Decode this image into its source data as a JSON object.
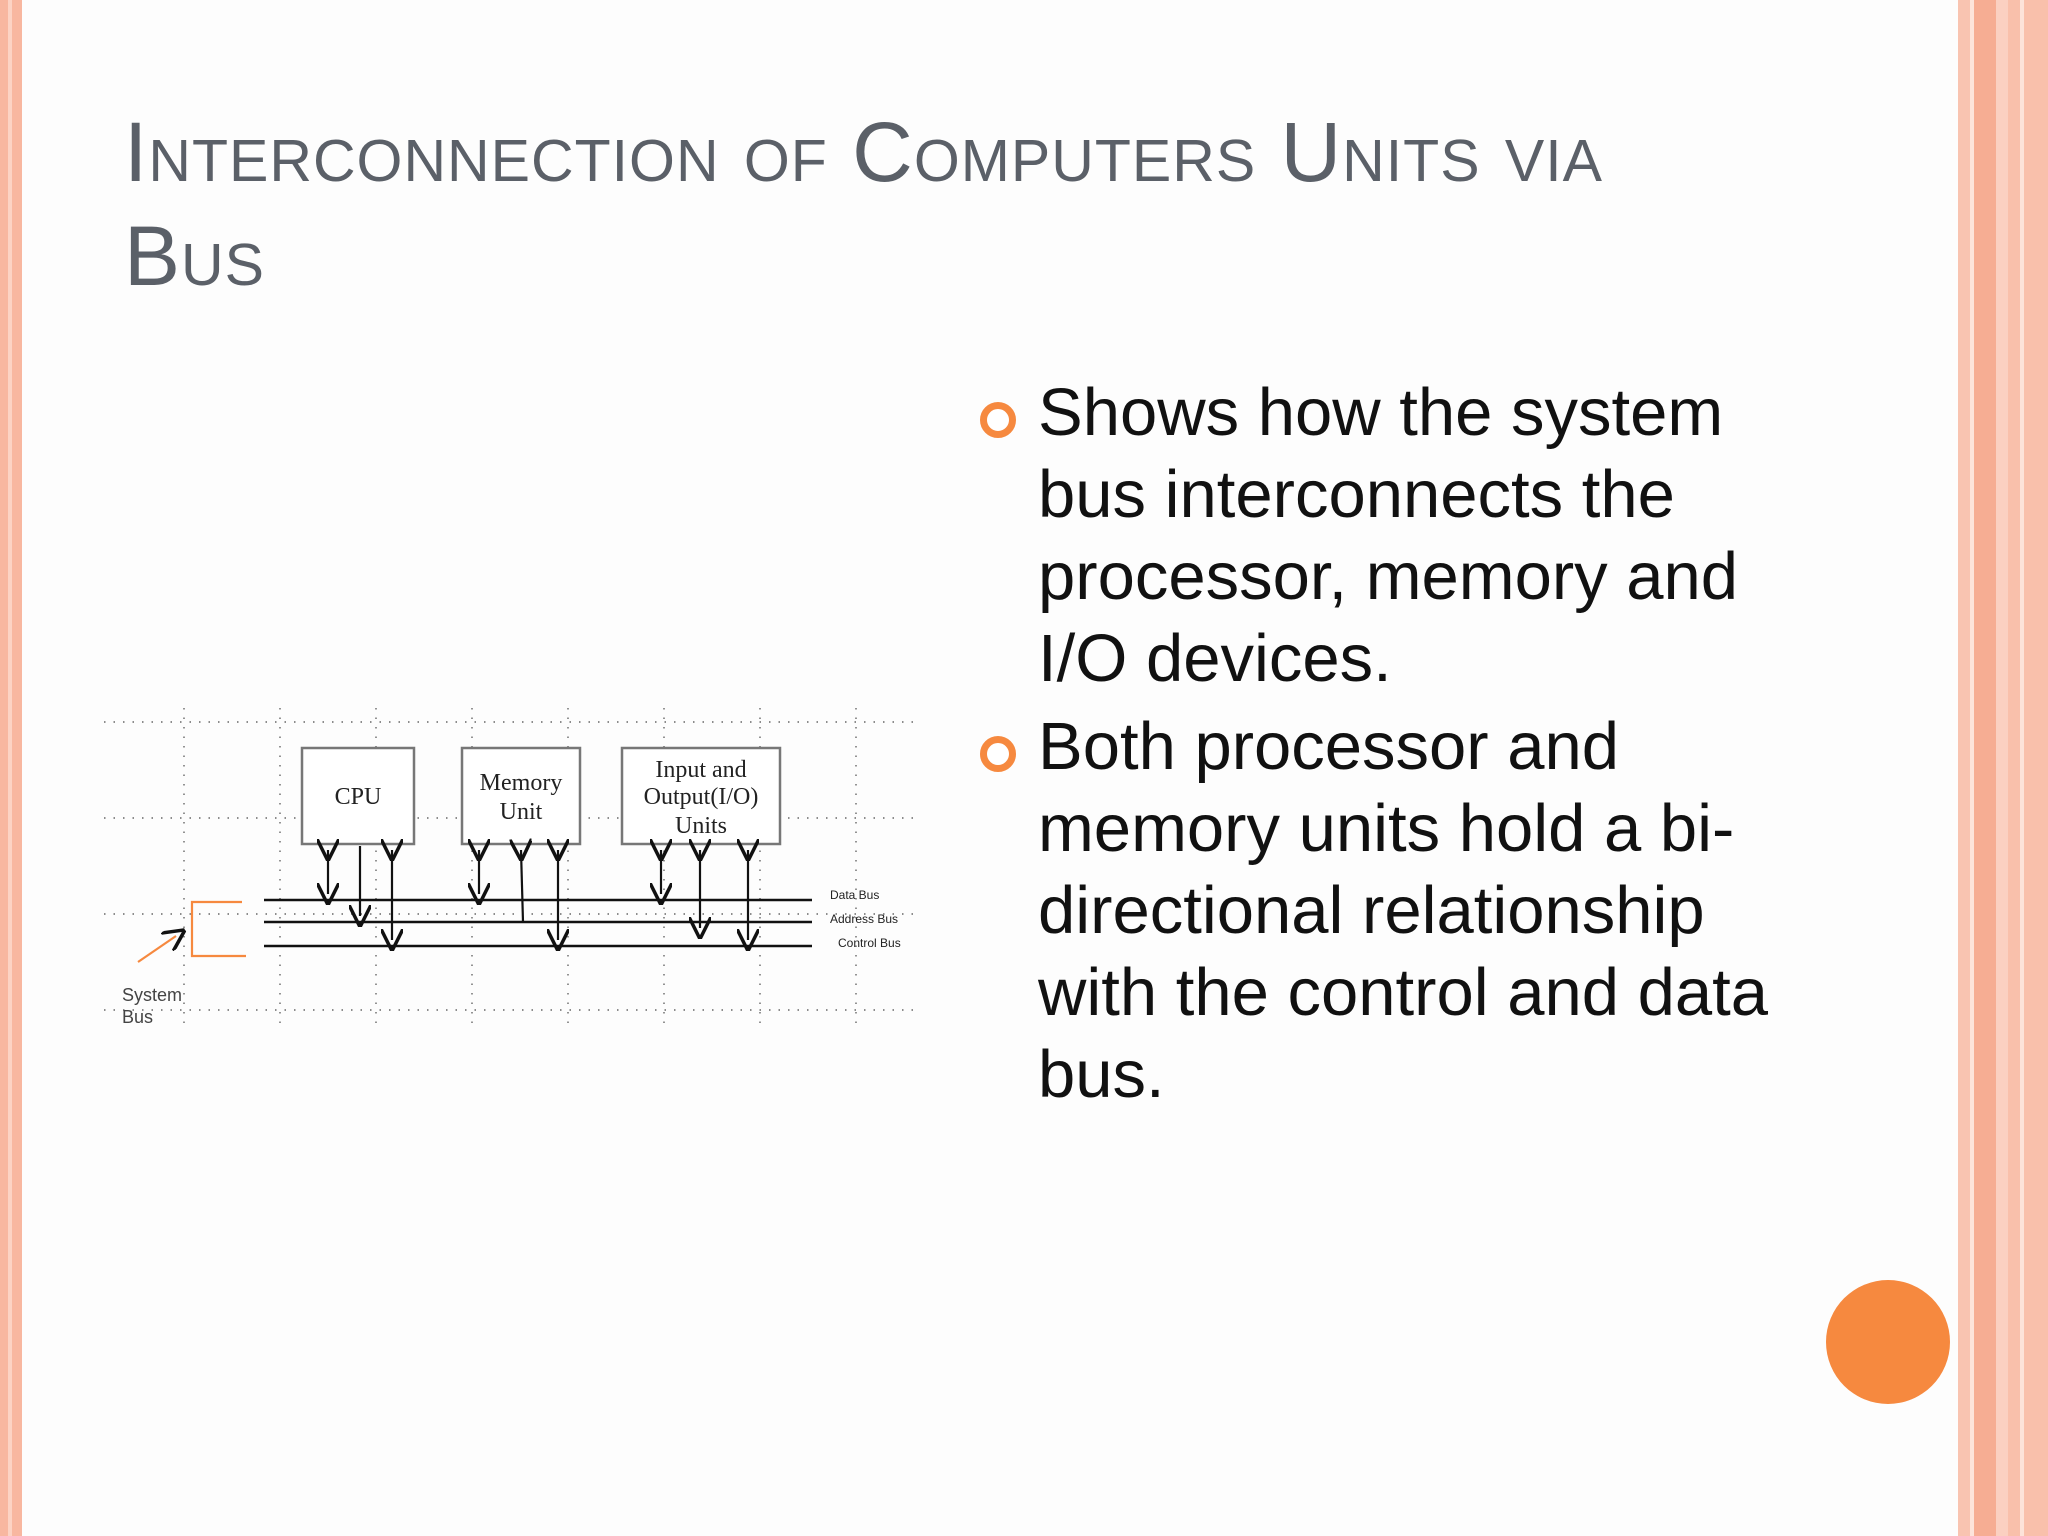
{
  "slide": {
    "title_line1": "Interconnection of Computers Units via",
    "title_line2": "Bus",
    "bullets": [
      "Shows how the system bus interconnects the processor, memory and I/O devices.",
      "Both processor and memory units hold a bi-directional relationship with the control and data bus."
    ],
    "diagram": {
      "units": [
        "CPU",
        "Memory",
        "Unit",
        "Input and",
        "Output(I/O)",
        "Units"
      ],
      "bus_labels": [
        "Data Bus",
        "Address Bus",
        "Control Bus"
      ],
      "system_bus_label": [
        "System",
        "Bus"
      ]
    },
    "colors": {
      "accent": "#f6893f",
      "border": "#f8b7a0",
      "title": "#5b6068"
    }
  }
}
